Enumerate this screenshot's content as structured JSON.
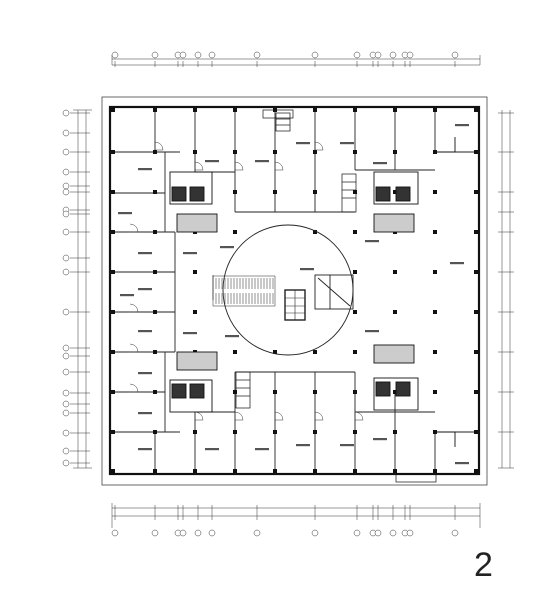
{
  "page": {
    "number": "2"
  },
  "colors": {
    "line": "#222222",
    "wall": "#111111",
    "paper": "#ffffff",
    "hatch": "#555555"
  },
  "drawing": {
    "type": "architectural-floor-plan",
    "features": [
      "square-footprint",
      "central-circular-atrium",
      "four-stair-cores",
      "perimeter-shops",
      "grid-axes-top-bottom-left-right"
    ]
  }
}
